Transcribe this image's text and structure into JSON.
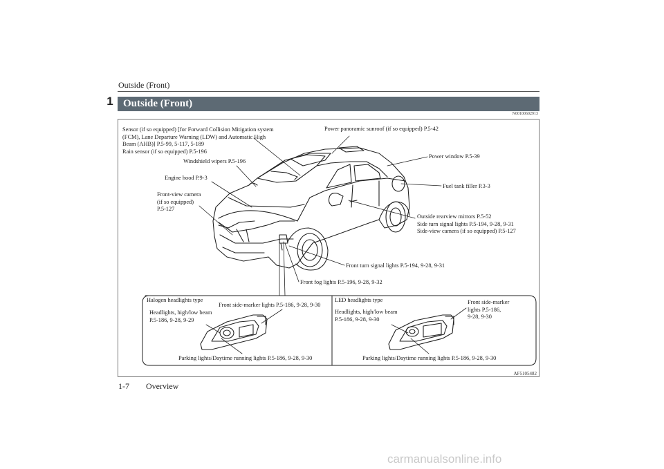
{
  "header": {
    "running_title": "Outside (Front)",
    "chapter_number": "1"
  },
  "section": {
    "title": "Outside (Front)",
    "doc_code": "N00100602913"
  },
  "figure": {
    "code": "AF5105482",
    "callouts": {
      "sensor": "Sensor (if so equipped) [for Forward Collision Mitigation system\n(FCM), Lane Departure Warning (LDW) and Automatic High\nBeam (AHB)] P.5-99, 5-117, 5-189\nRain sensor (if so equipped) P.5-196",
      "sunroof": "Power panoramic sunroof (if so equipped) P.5-42",
      "power_window": "Power window P.5-39",
      "wipers": "Windshield wipers P.5-196",
      "engine_hood": "Engine hood P.9-3",
      "fuel_filler": "Fuel tank filler P.3-3",
      "front_camera": "Front-view camera\n(if so equipped)\nP.5-127",
      "mirrors": "Outside rearview mirrors P.5-52\nSide turn signal lights P.5-194, 9-28, 9-31\nSide-view camera (if so equipped) P.5-127",
      "front_turn": "Front turn signal lights P.5-194, 9-28, 9-31",
      "fog_lights": "Front fog lights P.5-196, 9-28, 9-32"
    },
    "halogen": {
      "type_label": "Halogen headlights type",
      "side_marker": "Front side-marker lights P.5-186, 9-28, 9-30",
      "headlights": "Headlights, high/low beam\nP.5-186, 9-28, 9-29",
      "parking": "Parking lights/Daytime running lights P.5-186, 9-28, 9-30"
    },
    "led": {
      "type_label": "LED headlights type",
      "side_marker": "Front side-marker\nlights P.5-186,\n9-28, 9-30",
      "headlights": "Headlights, high/low beam\nP.5-186, 9-28, 9-30",
      "parking": "Parking lights/Daytime running lights P.5-186, 9-28, 9-30"
    }
  },
  "footer": {
    "page_number": "1-7",
    "section_name": "Overview"
  },
  "watermark": "carmanualsonline.info"
}
